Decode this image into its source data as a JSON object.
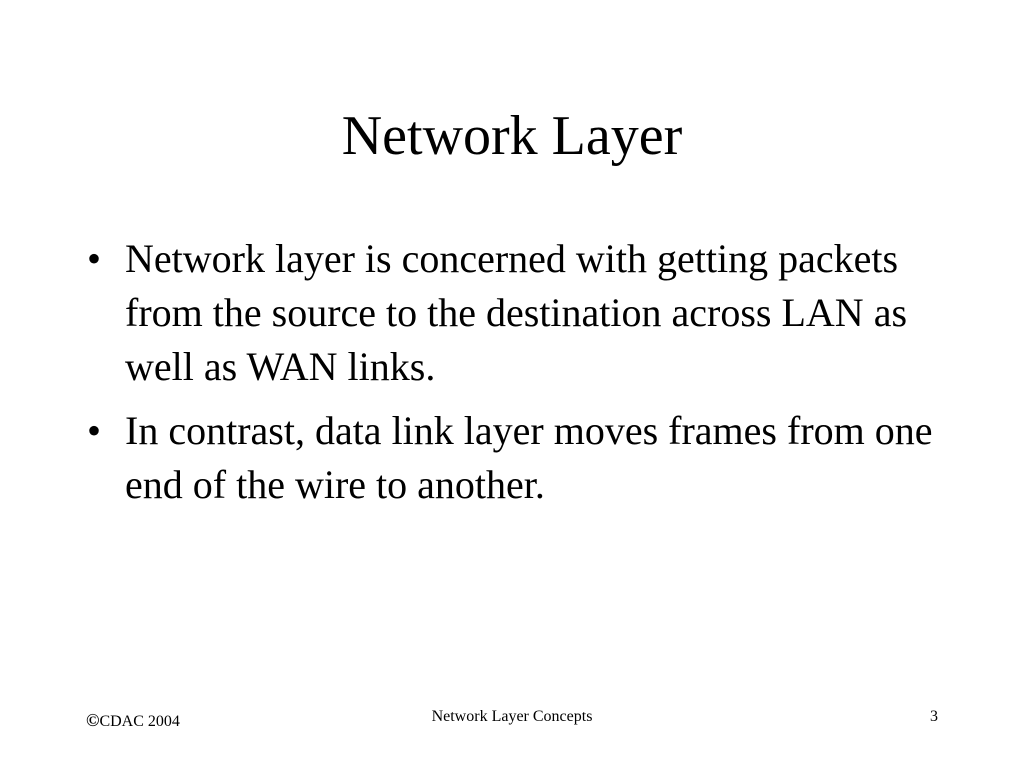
{
  "slide": {
    "title": "Network Layer",
    "bullets": [
      "Network layer is concerned with getting packets from the source to the destination across LAN as well as WAN links.",
      "In contrast, data link layer moves frames from one end of the wire to another."
    ],
    "bullet_symbol": "•"
  },
  "footer": {
    "copyright_symbol": "©",
    "copyright_text": "CDAC 2004",
    "center_text": "Network Layer Concepts",
    "page_number": "3"
  }
}
